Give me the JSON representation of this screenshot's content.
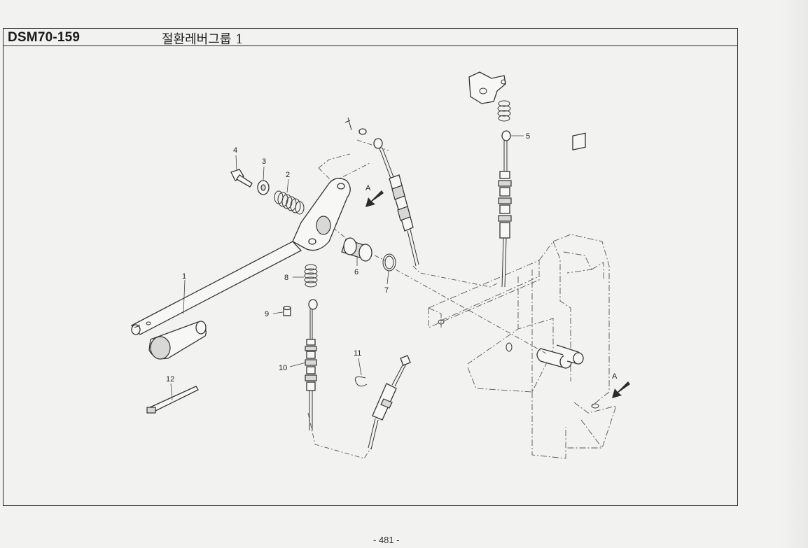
{
  "header": {
    "model": "DSM70-159",
    "group_title": "절환레버그룹 1"
  },
  "callouts": {
    "c1": "1",
    "c2": "2",
    "c3": "3",
    "c4": "4",
    "c5": "5",
    "c6": "6",
    "c7": "7",
    "c8": "8",
    "c9": "9",
    "c10": "10",
    "c11": "11",
    "c12": "12",
    "view_a_upper": "A",
    "view_a_lower": "A"
  },
  "footer": {
    "page_number": "- 481 -"
  }
}
